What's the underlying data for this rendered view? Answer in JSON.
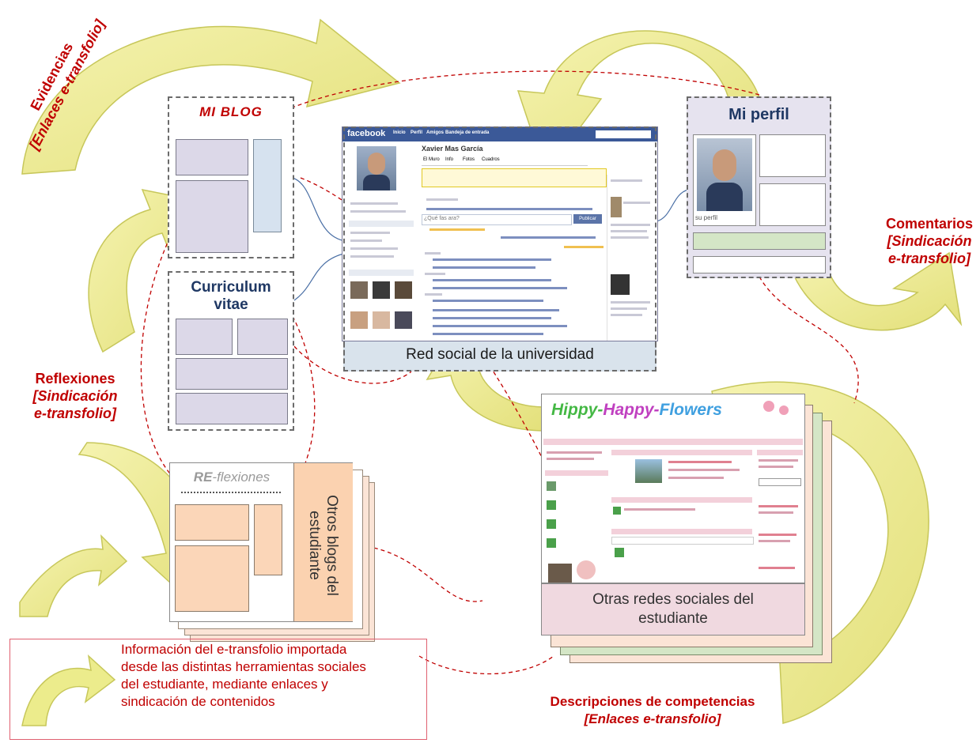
{
  "labels": {
    "evidencias_title": "Evidencias",
    "evidencias_sub": "[Enlaces e-transfolio]",
    "comentarios_title": "Comentarios",
    "comentarios_sub1": "[Sindicación",
    "comentarios_sub2": "e-transfolio]",
    "reflexiones_title": "Reflexiones",
    "reflexiones_sub1": "[Sindicación",
    "reflexiones_sub2": "e-transfolio]",
    "descripciones_title": "Descripciones de competencias",
    "descripciones_sub": "[Enlaces e-transfolio]"
  },
  "miblog": {
    "title": "MI BLOG"
  },
  "cv": {
    "title_line1": "Curriculum",
    "title_line2": "vitae"
  },
  "reflexiones_blog": {
    "title_prefix": "RE",
    "title_rest": "-flexiones",
    "otros_line1": "Otros blogs del",
    "otros_line2": "estudiante"
  },
  "facebook": {
    "caption": "Red social de la universidad",
    "logo": "facebook",
    "nav": [
      "Inicio",
      "Perfil",
      "Amigos",
      "Bandeja de entrada"
    ],
    "user_name": "Xavier Mas García",
    "tabs": [
      "El Muro",
      "Info",
      "Fotos",
      "Cuadros"
    ],
    "status_placeholder": "¿Qué fas ara?",
    "publish_button": "Publicar"
  },
  "miperfil": {
    "title": "Mi perfil",
    "photo_caption": "su perfil"
  },
  "otras_redes": {
    "site_title_1": "Hippy-",
    "site_title_2": "Happy-",
    "site_title_3": "Flowers",
    "caption_line1": "Otras redes sociales del",
    "caption_line2": "estudiante"
  },
  "legend": {
    "line1": "Información del e-transfolio importada",
    "line2": "desde las distintas  herramientas sociales",
    "line3": "del estudiante, mediante enlaces y",
    "line4": "sindicación de contenidos"
  },
  "colors": {
    "arrow_fill": "#ecec8c",
    "arrow_stroke": "#c7c75a",
    "label_red": "#c00000",
    "title_blue": "#1f3864",
    "fb_blue": "#3b5998",
    "caption_bg": "#d9e3ec",
    "redes_caption_bg": "#f0d9e0",
    "peach": "#fbd6b8",
    "lavender": "#dcd8e8"
  }
}
